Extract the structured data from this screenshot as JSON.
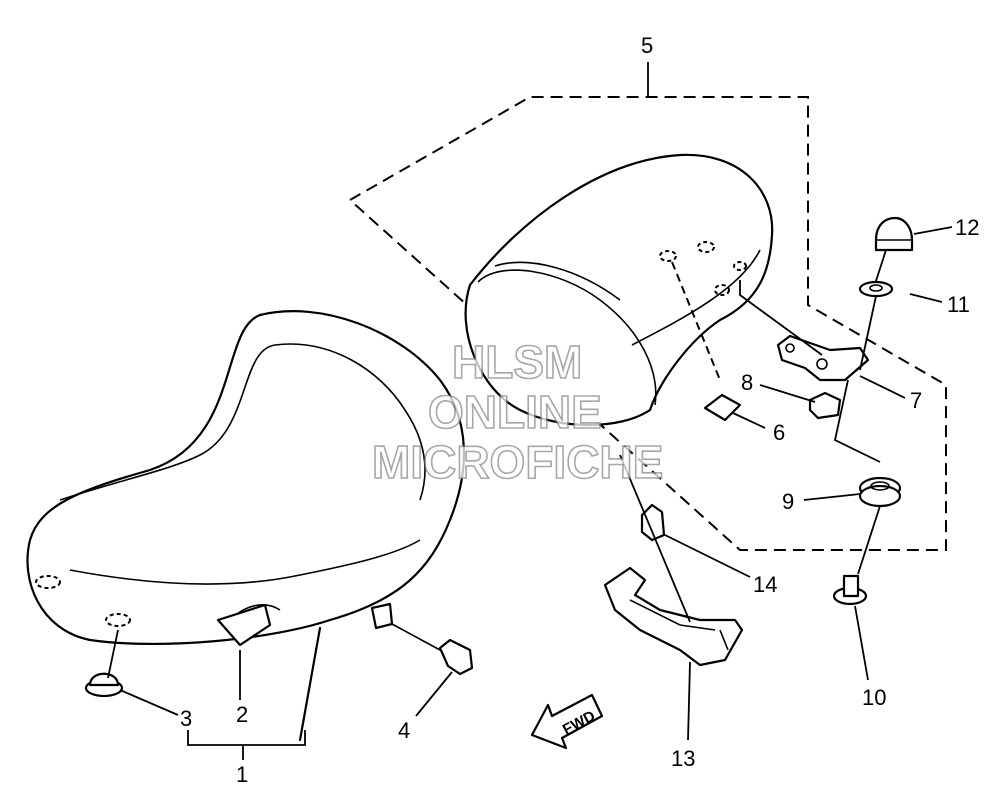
{
  "callouts": {
    "n1": "1",
    "n2": "2",
    "n3": "3",
    "n4": "4",
    "n5": "5",
    "n6": "6",
    "n7": "7",
    "n8": "8",
    "n9": "9",
    "n10": "10",
    "n11": "11",
    "n12": "12",
    "n13": "13",
    "n14": "14"
  },
  "arrow_label": "FWD",
  "watermark": {
    "line1": "HLSM",
    "line2": "ONLINE",
    "line3": "MICROFICHE"
  }
}
